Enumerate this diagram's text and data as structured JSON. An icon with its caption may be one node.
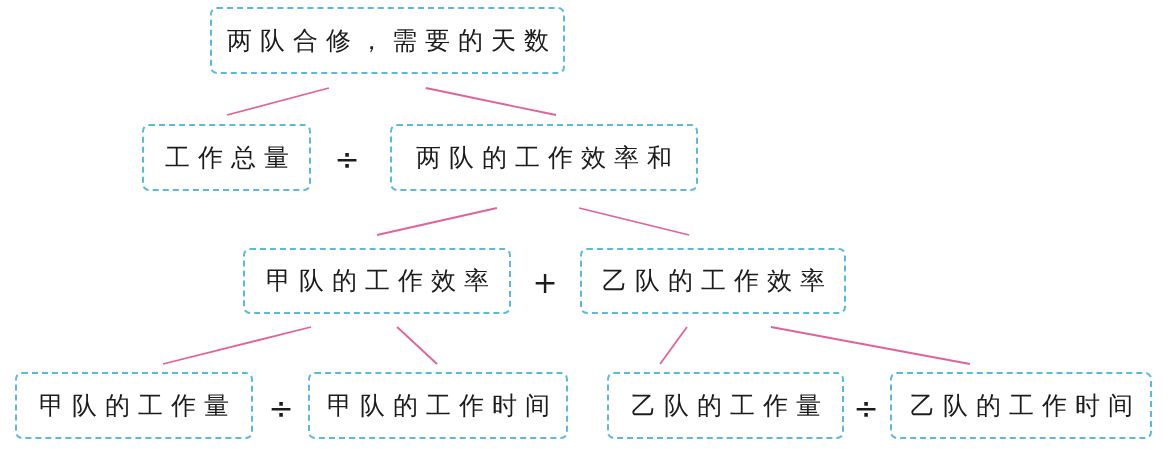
{
  "diagram": {
    "nodes": [
      {
        "text": [
          "两队合修，需要的天数"
        ]
      },
      {
        "text": [
          "工作总量"
        ]
      },
      {
        "text": [
          "两队的工作效率和"
        ]
      },
      {
        "text": [
          "甲队的工作效率"
        ]
      },
      {
        "text": [
          "乙队的工作效率"
        ]
      },
      {
        "text": [
          "甲队的工作量"
        ]
      },
      {
        "text": [
          "甲队的工作时间"
        ]
      },
      {
        "text": [
          "乙队的工作量"
        ]
      },
      {
        "text": [
          "乙队的工作时间"
        ]
      }
    ],
    "edges": [
      {
        "from": 0,
        "to": 1,
        "arrow": "none"
      },
      {
        "from": 0,
        "to": 2,
        "arrow": "none"
      },
      {
        "from": 2,
        "to": 3,
        "arrow": "none"
      },
      {
        "from": 2,
        "to": 4,
        "arrow": "none"
      },
      {
        "from": 3,
        "to": 5,
        "arrow": "none"
      },
      {
        "from": 3,
        "to": 6,
        "arrow": "none"
      },
      {
        "from": 4,
        "to": 7,
        "arrow": "none"
      },
      {
        "from": 4,
        "to": 8,
        "arrow": "none"
      }
    ],
    "labels": [
      "÷",
      "+",
      "÷",
      "÷"
    ]
  }
}
